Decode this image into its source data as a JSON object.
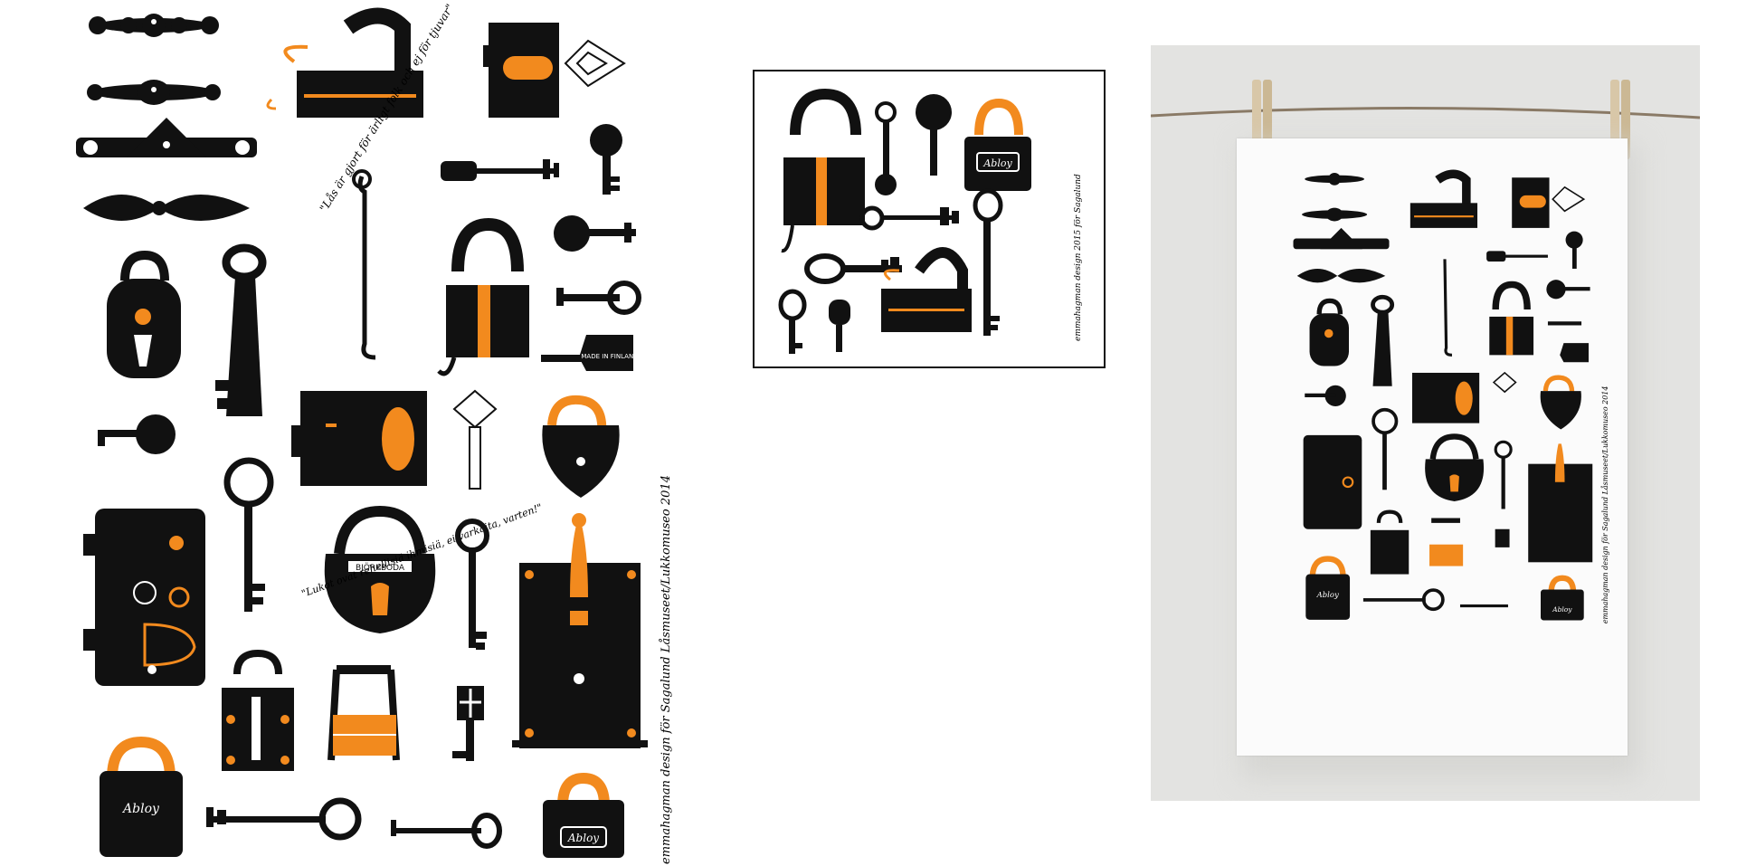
{
  "print": {
    "quote_sv": "\"Lås är gjort för ärligt folk och ej för tjuvar\"",
    "quote_fi": "\"Lukot ovat rehellisiä ihmisiä, ei varkaita, varten!\"",
    "credit": "emmahagman design för Sagalund Låsmuseet/Lukkomuseo 2014",
    "label_made_in_finland": "MADE IN FINLAND",
    "label_bjorkboda": "BJÖRKBODA",
    "label_abloy": "Abloy"
  },
  "card": {
    "credit": "emmahagman design 2015 för Sagalund",
    "label_abloy": "Abloy"
  },
  "towel": {
    "label_abloy": "Abloy",
    "credit": "emmahagman design för Sagalund Låsmuseet/Lukkomuseo 2014"
  },
  "colors": {
    "ink": "#111111",
    "orange": "#f28a1e",
    "cloth": "#fbfbfb",
    "wall": "#e3e3e1",
    "rope": "#8a7a66",
    "pin": "#d8c7a8"
  }
}
